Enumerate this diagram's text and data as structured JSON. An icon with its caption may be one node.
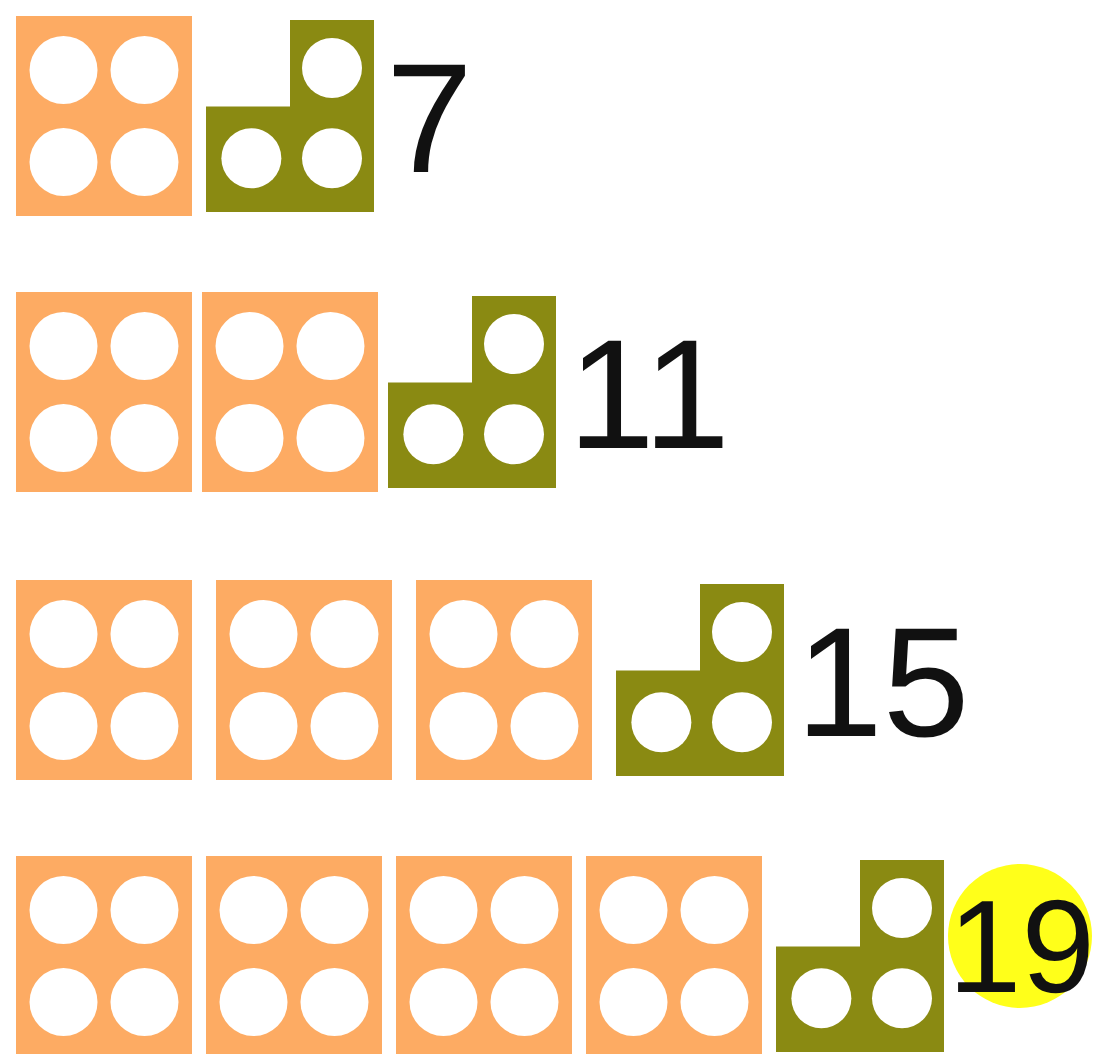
{
  "diagram": {
    "labels": [
      "7",
      "11",
      "15",
      "19"
    ]
  }
}
